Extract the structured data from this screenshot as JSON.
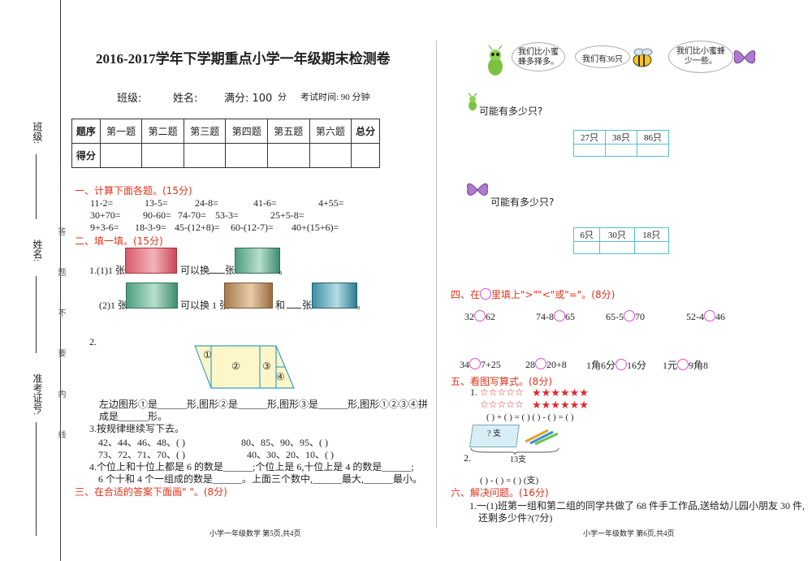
{
  "margin": {
    "class_label": "班级:",
    "name_label": "姓名:",
    "id_label": "准考证号:",
    "seal_text": [
      "线",
      "内",
      "要",
      "不",
      "题",
      "答"
    ]
  },
  "left": {
    "title": "2016-2017学年下学期重点小学一年级期末检测卷",
    "info": {
      "class": "班级:",
      "name": "姓名:",
      "score": "满分: 100",
      "score_unit": "分",
      "time": "考试时间: 90 分钟"
    },
    "score_table": {
      "headers": [
        "题序",
        "第一题",
        "第二题",
        "第三题",
        "第四题",
        "第五题",
        "第六题",
        "总分"
      ],
      "row_label": "得分"
    },
    "s1": {
      "title": "一、计算下面各题。(15分)",
      "row1": [
        "11-2=",
        "13-5=",
        "24-8=",
        "41-6=",
        "4+55="
      ],
      "row2": [
        "30+70=",
        "90-60=",
        "74-70=",
        "53-3=",
        "25+5-8="
      ],
      "row3": [
        "9+3-6=",
        "18-3-9=",
        "45-(12+8)=",
        "60-(12-7)=",
        "40+(15+6)="
      ]
    },
    "s2": {
      "title": "二、填一填。(15分)",
      "q1a_prefix": "1.(1)1 张",
      "q1a_mid": "可以换",
      "q1a_unit": "张",
      "q1a_end": "。",
      "q1b_prefix": "(2)1 张",
      "q1b_mid": "可以换 1 张",
      "q1b_and": "和",
      "q1b_unit": "张",
      "q1b_end": "。",
      "q2_num": "2.",
      "shape_labels": [
        "①",
        "②",
        "③",
        "④"
      ],
      "q2_text1": "左边图形①是______形,图形②是______形,图形③是______形,图形①②③④拼",
      "q2_text2": "成是______形。",
      "q3": "3.按规律继续写下去。",
      "q3_row1a": "42、44、46、48、(        )",
      "q3_row1b": "80、85、90、95、(        )",
      "q3_row2a": "73、72、71、70、(        )",
      "q3_row2b": "40、30、20、10、(        )",
      "q4_line1": "4.个位上和十位上都是 6 的数是______;个位上是 6,十位上是 4 的数是______;",
      "q4_line2": "6 个十和 4 个一组成的数是______。上面三个数中,______最大,______最小。"
    },
    "s3": {
      "title": "三、在合适的答案下面画\"  \"。(8分)"
    },
    "footer": "小学一年级数学  第5页,共4页"
  },
  "right": {
    "cloud1": "我们比小蜜蜂多择多。",
    "cloud2": "我们有36只",
    "cloud3": "我们比小蜜蜂少一些。",
    "q_a": "可能有多少只?",
    "table_a": [
      "27只",
      "38只",
      "86只"
    ],
    "q_b": "可能有多少只?",
    "table_b": [
      "6只",
      "30只",
      "18只"
    ],
    "s4": {
      "title_a": "四、在",
      "title_b": "里填上\">\"\"<\"或\"=\"。(8分)",
      "row1": [
        [
          "32",
          "62"
        ],
        [
          "74-8",
          "65"
        ],
        [
          "65-5",
          "70"
        ],
        [
          "52-4",
          "46"
        ]
      ],
      "row2": [
        [
          "34",
          "7+25"
        ],
        [
          "28",
          "20+8"
        ],
        [
          "1角6分",
          "16分"
        ],
        [
          "1元",
          "9角8"
        ]
      ]
    },
    "s5": {
      "title": "五、看图写算式。(8分)",
      "q1_num": "1.",
      "hollow_stars": "☆☆☆☆☆",
      "solid_stars": "★★★★★★",
      "eq1": "(     ) + (     ) = (     )        (     ) - (     ) = (     )",
      "q2_num": "2.",
      "box_text": "? 支",
      "count_label": "13支",
      "eq2": "(     ) - (     ) = (     ) (支)"
    },
    "s6": {
      "title": "六、解决问题。(16分)",
      "q1_line1": "1.一(1)班第一组和第二组的同学共做了 68 件手工作品,送给幼儿园小朋友 30 件,",
      "q1_line2": "还剩多少件?(7分)"
    },
    "footer": "小学一年级数学  第6页,共4页"
  },
  "colors": {
    "section_red": "#e0311b",
    "table_blue": "#55bfd0",
    "circle_pink": "#e14cd0",
    "star_red": "#e8232a"
  }
}
